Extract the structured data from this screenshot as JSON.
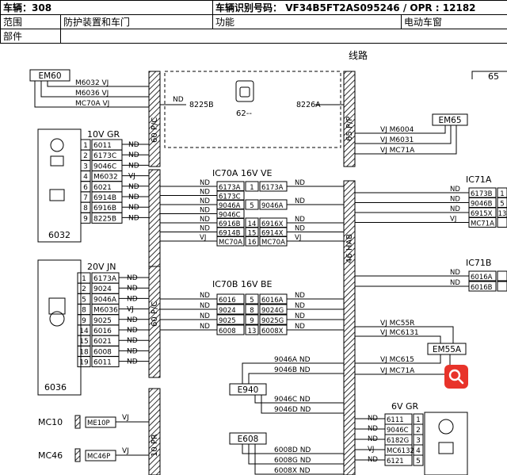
{
  "header": {
    "vehicle_label": "车辆：308",
    "vin_label": "车辆识别号码：",
    "vin_value": "VF34B5FT2AS095246 / OPR : 12182",
    "scope_label": "范围",
    "scope_value": "防护装置和车门",
    "function_label": "功能",
    "function_value": "电动车窗",
    "part_label": "部件"
  },
  "diagram": {
    "section_title": "线路",
    "corner_tag": "65",
    "em60": {
      "label": "EM60",
      "wires": [
        "M6032 VJ",
        "M6036 VJ",
        "MC70A VJ"
      ]
    },
    "em65": {
      "label": "EM65",
      "wires": [
        "VJ  M6004",
        "VJ  M6031",
        "VJ  MC71A"
      ]
    },
    "em55a": {
      "label": "EM55A",
      "wires": [
        "VJ  MC55R",
        "VJ  MC6131",
        "VJ  MC615",
        "VJ  MC71A"
      ]
    },
    "e940": {
      "label": "E940",
      "wires": [
        "9046A ND",
        "9046B ND",
        "9046C ND",
        "9046D ND"
      ]
    },
    "e608": {
      "label": "E608",
      "wires": [
        "6008D ND",
        "6008G ND",
        "6008X ND"
      ]
    },
    "bus1_label": "60 P/C",
    "bus2_label": "60 P/C",
    "bus3_label": "10 PR",
    "bus4_label": "46 HAB",
    "bus5_label": "65 P/P",
    "left_nd": "ND",
    "right_nd": "ND",
    "junction": {
      "left_label": "8225B",
      "right_label": "8226A",
      "center_label": "62--"
    },
    "conn6032": {
      "title": "10V GR",
      "id": "6032",
      "pins": [
        "1",
        "2",
        "3",
        "4",
        "6",
        "7",
        "8",
        "9"
      ],
      "wires": [
        "6011",
        "6173C",
        "9046C",
        "M6032",
        "6021",
        "6914B",
        "6916B",
        "8225B"
      ],
      "colors": [
        "ND",
        "ND",
        "ND",
        "VJ",
        "ND",
        "ND",
        "ND",
        "ND"
      ]
    },
    "conn6036": {
      "title": "20V JN",
      "id": "6036",
      "pins": [
        "1",
        "2",
        "5",
        "8",
        "9",
        "14",
        "15",
        "18",
        "19"
      ],
      "wires": [
        "6173A",
        "9024",
        "9046A",
        "M6036",
        "9025",
        "6016",
        "6021",
        "6008",
        "6011"
      ],
      "colors": [
        "ND",
        "ND",
        "ND",
        "VJ",
        "ND",
        "ND",
        "ND",
        "ND",
        "ND"
      ]
    },
    "ic70a": {
      "title": "IC70A  16V VE",
      "rows": [
        {
          "l": "6173A",
          "n": "1",
          "r": "6173A",
          "c": "ND"
        },
        {
          "l": "6173C",
          "n": "",
          "r": "",
          "c": "ND"
        },
        {
          "l": "9046A",
          "n": "5",
          "r": "9046A",
          "c": "ND"
        },
        {
          "l": "9046C",
          "n": "",
          "r": "",
          "c": "ND"
        },
        {
          "l": "6916B",
          "n": "14",
          "r": "6916X",
          "c": "ND"
        },
        {
          "l": "6914B",
          "n": "15",
          "r": "6914X",
          "c": "ND"
        },
        {
          "l": "MC70A",
          "n": "16",
          "r": "MC70A",
          "c": "VJ"
        }
      ]
    },
    "ic70b": {
      "title": "IC70B  16V BE",
      "rows": [
        {
          "l": "6016",
          "n": "5",
          "r": "6016A",
          "c": "ND"
        },
        {
          "l": "9024",
          "n": "8",
          "r": "9024G",
          "c": "ND"
        },
        {
          "l": "9025",
          "n": "9",
          "r": "9025G",
          "c": "ND"
        },
        {
          "l": "6008",
          "n": "13",
          "r": "6008X",
          "c": "ND"
        }
      ]
    },
    "ic71a": {
      "title": "IC71A",
      "wires": [
        "6173B",
        "9046B",
        "6915X",
        "MC71A"
      ],
      "pins": [
        "1",
        "5",
        "13",
        ""
      ],
      "colors": [
        "ND",
        "ND",
        "ND",
        "VJ"
      ]
    },
    "ic71b": {
      "title": "IC71B",
      "wires": [
        "6016A",
        "6016B"
      ],
      "colors": [
        "ND",
        "ND"
      ]
    },
    "conn6v": {
      "title": "6V GR",
      "pins": [
        "1",
        "2",
        "3",
        "4",
        "5"
      ],
      "wires": [
        "6111",
        "9046C",
        "6182G",
        "MC6132",
        "6121"
      ],
      "colors": [
        "ND",
        "ND",
        "ND",
        "VJ",
        "ND"
      ]
    },
    "mc10": {
      "label": "MC10",
      "box": "ME10P",
      "wire": "VJ"
    },
    "mc46": {
      "label": "MC46",
      "box": "MC46P",
      "wire": "VJ"
    }
  }
}
